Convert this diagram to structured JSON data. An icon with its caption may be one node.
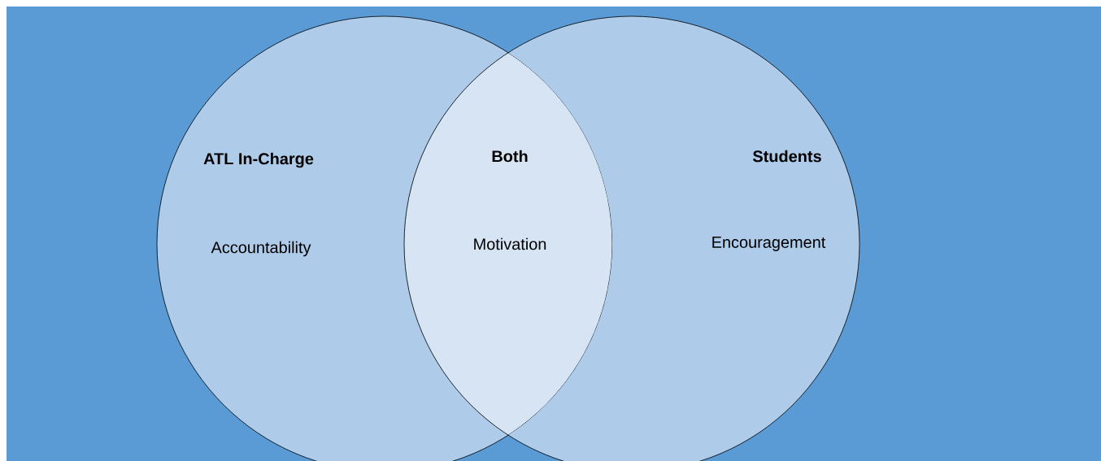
{
  "diagram": {
    "nodes": [
      {
        "text": [
          "ATL In-Charge",
          "Accountability"
        ]
      },
      {
        "text": [
          "Both",
          "Motivation"
        ]
      },
      {
        "text": [
          "Students",
          "Encouragement"
        ]
      }
    ]
  }
}
